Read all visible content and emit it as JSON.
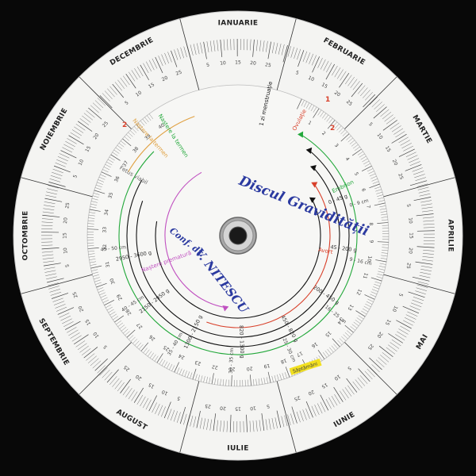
{
  "disc": {
    "title": "Discul Gravidității",
    "author_prefix": "Conf. dr.",
    "author_name": "V. NITESCU"
  },
  "months": [
    "IANUARIE",
    "FEBRUARIE",
    "MARTIE",
    "APRILIE",
    "MAI",
    "IUNIE",
    "IULIE",
    "AUGUST",
    "SEPTEMBRIE",
    "OCTOMBRIE",
    "NOIEMBRIE",
    "DECEMBRIE"
  ],
  "arc_labels": {
    "avort": "Avort",
    "embrion": "Embrion",
    "ovulatie": "Ovulație",
    "nastere": "Naștere la termen",
    "nastere2": "Naștere la termen",
    "mens": "1 zi menstruație",
    "fetus": "Fetus viabil",
    "prematur": "Naștere prematură"
  },
  "weights": [
    "0 - 45 g",
    "45 - 200 g",
    "200 - 450 g",
    "450 - 820 g",
    "820 - 1300 g",
    "1300 - 2150 g",
    "2150 - 2950 g",
    "2950 - 3600 g"
  ],
  "sizes": [
    "0 - 9 cm",
    "9 - 16 cm",
    "16 - 25 cm",
    "25 - 30 cm",
    "30 - 35 cm",
    "35 - 40 cm",
    "40 - 45 cm",
    "45 - 50 cm"
  ],
  "markers": {
    "one": "1",
    "two": "2",
    "weeks_highlight": "Săptămâni"
  },
  "colors": {
    "background": "#080808",
    "disc": "#f4f4f2",
    "title": "#2b3aa0",
    "red": "#d8402a",
    "green": "#22a83a",
    "orange": "#e0a040",
    "magenta": "#c050c0",
    "yellow": "#f2e020"
  }
}
